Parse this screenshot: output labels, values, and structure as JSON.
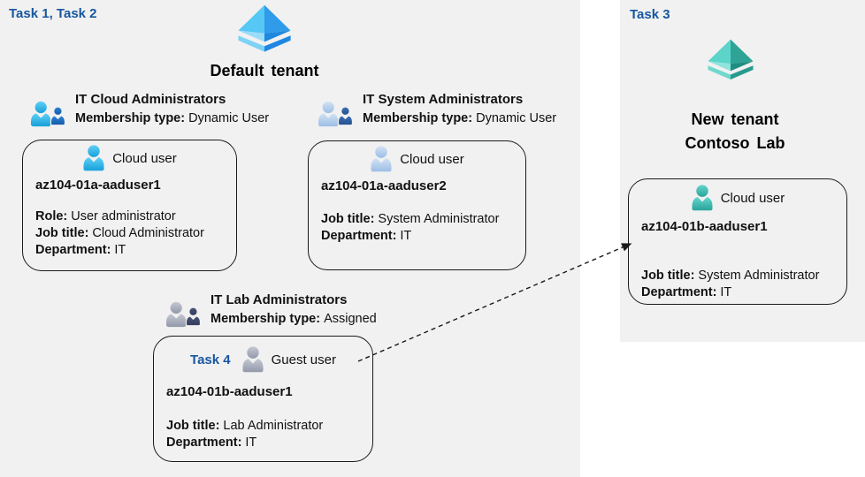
{
  "colors": {
    "canvas_bg": "#ffffff",
    "panel_bg": "#f1f1f1",
    "task_label_blue": "#1757a0",
    "text": "#111111",
    "card_border": "#1a1a1a",
    "person_blue": "#2bb0e5",
    "person_pale_blue": "#aecbec",
    "person_gray": "#a7abba",
    "person_teal": "#3db3ab",
    "diamond_blue_light": "#55c8f5",
    "diamond_blue_dark": "#2f9be9",
    "diamond_teal_light": "#5cd4ca",
    "diamond_teal_dark": "#2ea396"
  },
  "icons": {
    "default_tenant": "azure-tenant-diamond-icon",
    "new_tenant": "azure-tenant-diamond-teal-icon",
    "groups": "two-users-group-icon",
    "cloud_user": "person-icon",
    "guest_user": "person-gray-icon",
    "link": "dashed-arrow"
  },
  "left": {
    "task_label": "Task 1, Task 2",
    "tenant_title": "Default tenant",
    "groups": {
      "cloud": {
        "name": "IT Cloud Administrators",
        "membership_label": "Membership type:",
        "membership_value": "Dynamic User"
      },
      "system": {
        "name": "IT System Administrators",
        "membership_label": "Membership type:",
        "membership_value": "Dynamic User"
      },
      "lab": {
        "name": "IT Lab Administrators",
        "membership_label": "Membership type:",
        "membership_value": "Assigned"
      }
    },
    "cards": {
      "user1": {
        "header": "Cloud user",
        "username": "az104-01a-aaduser1",
        "role_label": "Role:",
        "role_value": "User administrator",
        "job_label": "Job title:",
        "job_value": "Cloud Administrator",
        "dept_label": "Department:",
        "dept_value": "IT"
      },
      "user2": {
        "header": "Cloud user",
        "username": "az104-01a-aaduser2",
        "job_label": "Job title:",
        "job_value": "System Administrator",
        "dept_label": "Department:",
        "dept_value": "IT"
      },
      "guest": {
        "task_label": "Task 4",
        "header": "Guest user",
        "username": "az104-01b-aaduser1",
        "job_label": "Job title:",
        "job_value": "Lab Administrator",
        "dept_label": "Department:",
        "dept_value": "IT"
      }
    }
  },
  "right": {
    "task_label": "Task 3",
    "tenant_title_line1": "New tenant",
    "tenant_title_line2": "Contoso Lab",
    "card": {
      "header": "Cloud user",
      "username": "az104-01b-aaduser1",
      "job_label": "Job title:",
      "job_value": "System Administrator",
      "dept_label": "Department:",
      "dept_value": "IT"
    }
  }
}
